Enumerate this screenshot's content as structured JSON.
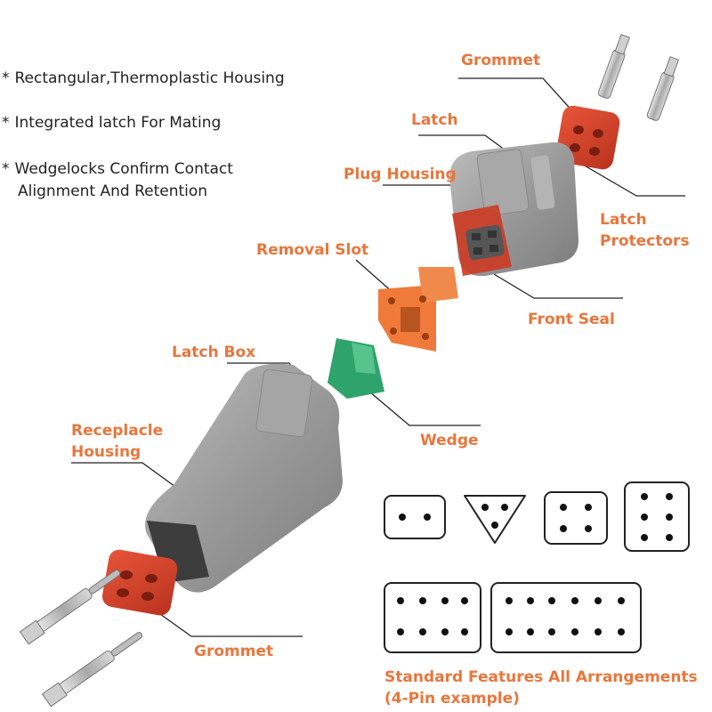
{
  "features": [
    {
      "bullet": "*",
      "text": "Rectangular,Thermoplastic Housing"
    },
    {
      "bullet": "*",
      "text": "Integrated latch For Mating"
    },
    {
      "bullet": "*",
      "text": "Wedgelocks Confirm Contact",
      "text2": "Alignment And Retention"
    }
  ],
  "labels": {
    "grommet_top": "Grommet",
    "latch": "Latch",
    "plug_housing": "Plug Housing",
    "latch_protectors_1": "Latch",
    "latch_protectors_2": "Protectors",
    "removal_slot": "Removal Slot",
    "front_seal": "Front Seal",
    "latch_box": "Latch Box",
    "receptacle_1": "Receplacle",
    "receptacle_2": "Housing",
    "wedge": "Wedge",
    "grommet_bottom": "Grommet"
  },
  "caption": {
    "line1": "Standard Features All Arrangements",
    "line2": "(4-Pin example)"
  },
  "colors": {
    "accent": "#e8763c",
    "housing_gray": "#9c9c9c",
    "seal_red": "#d9452b",
    "wedge_green": "#2ea36b",
    "removal_orange": "#ef7a3a"
  }
}
